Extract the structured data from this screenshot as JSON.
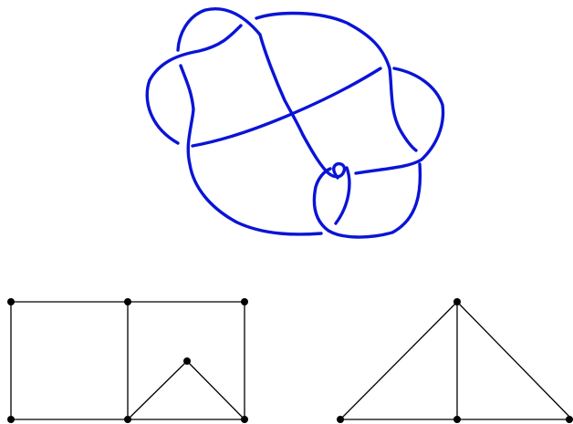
{
  "knot": {
    "color": "#0a14d6"
  },
  "graphs": {
    "edge_color": "#000000",
    "vertex_color": "#000000",
    "left_graph": {
      "vertices": 7,
      "edges": 9
    },
    "right_graph": {
      "vertices": 4,
      "edges": 5
    }
  }
}
